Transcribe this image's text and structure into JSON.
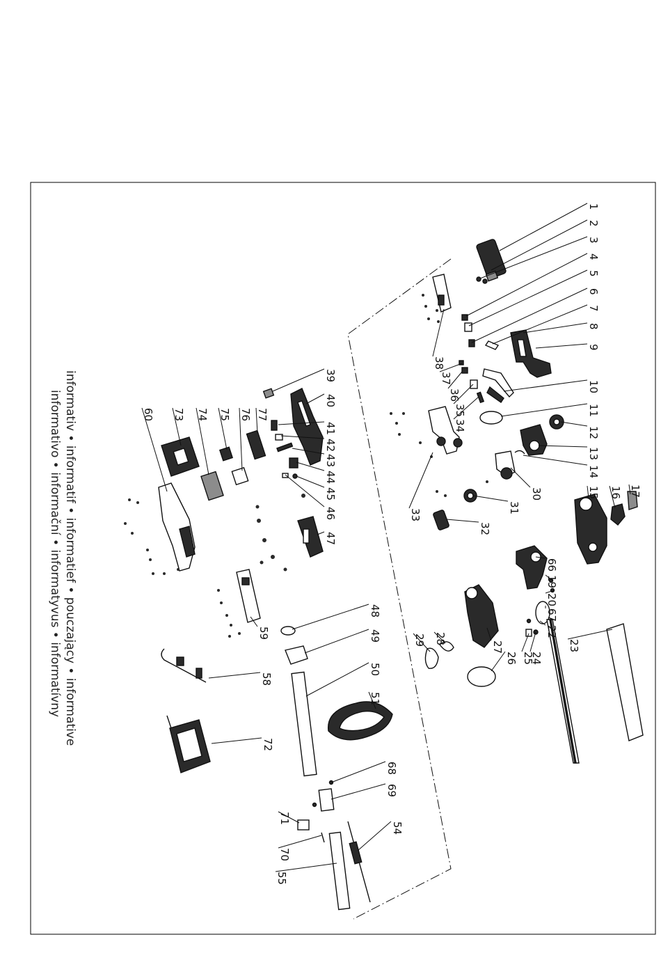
{
  "caption": {
    "line1": "informativ • informatif • informatief • pouczający • informative",
    "line2": "informativo • informační • informatyvus • informatívny"
  },
  "callouts": [
    {
      "label": "1"
    },
    {
      "label": "2"
    },
    {
      "label": "3"
    },
    {
      "label": "4"
    },
    {
      "label": "5"
    },
    {
      "label": "6"
    },
    {
      "label": "7"
    },
    {
      "label": "8"
    },
    {
      "label": "9"
    },
    {
      "label": "10"
    },
    {
      "label": "11"
    },
    {
      "label": "12"
    },
    {
      "label": "13"
    },
    {
      "label": "14"
    },
    {
      "label": "15"
    },
    {
      "label": "16"
    },
    {
      "label": "17"
    },
    {
      "label": "19"
    },
    {
      "label": "20"
    },
    {
      "label": "22"
    },
    {
      "label": "23"
    },
    {
      "label": "24"
    },
    {
      "label": "25"
    },
    {
      "label": "26"
    },
    {
      "label": "27"
    },
    {
      "label": "28"
    },
    {
      "label": "29"
    },
    {
      "label": "30"
    },
    {
      "label": "31"
    },
    {
      "label": "32"
    },
    {
      "label": "33"
    },
    {
      "label": "34"
    },
    {
      "label": "35"
    },
    {
      "label": "36"
    },
    {
      "label": "37"
    },
    {
      "label": "38"
    },
    {
      "label": "39"
    },
    {
      "label": "40"
    },
    {
      "label": "41"
    },
    {
      "label": "42"
    },
    {
      "label": "43"
    },
    {
      "label": "44"
    },
    {
      "label": "45"
    },
    {
      "label": "46"
    },
    {
      "label": "47"
    },
    {
      "label": "48"
    },
    {
      "label": "49"
    },
    {
      "label": "50"
    },
    {
      "label": "51"
    },
    {
      "label": "54"
    },
    {
      "label": "55"
    },
    {
      "label": "58"
    },
    {
      "label": "59"
    },
    {
      "label": "60"
    },
    {
      "label": "66"
    },
    {
      "label": "67"
    },
    {
      "label": "68"
    },
    {
      "label": "69"
    },
    {
      "label": "70"
    },
    {
      "label": "71"
    },
    {
      "label": "72"
    },
    {
      "label": "73"
    },
    {
      "label": "74"
    },
    {
      "label": "75"
    },
    {
      "label": "76"
    },
    {
      "label": "77"
    }
  ]
}
